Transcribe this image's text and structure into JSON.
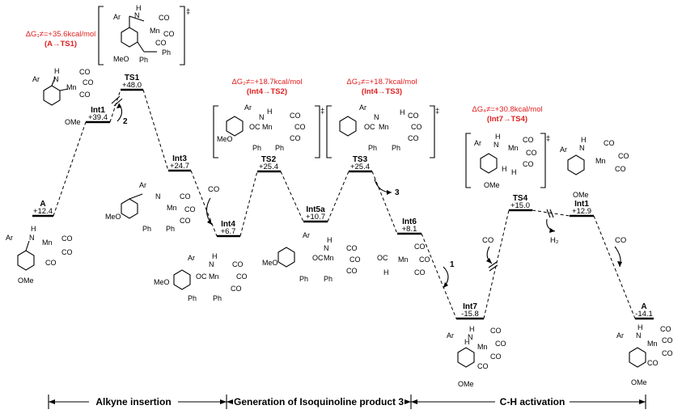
{
  "states": [
    {
      "id": "A1",
      "name": "A",
      "energy": "+12.4"
    },
    {
      "id": "Int1a",
      "name": "Int1",
      "energy": "+39.4"
    },
    {
      "id": "TS1",
      "name": "TS1",
      "energy": "+48.0"
    },
    {
      "id": "Int3",
      "name": "Int3",
      "energy": "+24.7"
    },
    {
      "id": "Int4",
      "name": "Int4",
      "energy": "+6.7"
    },
    {
      "id": "TS2",
      "name": "TS2",
      "energy": "+25.4"
    },
    {
      "id": "Int5a",
      "name": "Int5a",
      "energy": "+10.7"
    },
    {
      "id": "TS3",
      "name": "TS3",
      "energy": "+25.4"
    },
    {
      "id": "Int6",
      "name": "Int6",
      "energy": "+8.1"
    },
    {
      "id": "Int7",
      "name": "Int7",
      "energy": "-15.8"
    },
    {
      "id": "TS4",
      "name": "TS4",
      "energy": "+15.0"
    },
    {
      "id": "Int1b",
      "name": "Int1",
      "energy": "+12.9"
    },
    {
      "id": "A2",
      "name": "A",
      "energy": "-14.1"
    }
  ],
  "barriers": [
    {
      "value": "ΔG₁≠=+35.6kcal/mol",
      "path": "(A→TS1)"
    },
    {
      "value": "ΔG₂≠=+18.7kcal/mol",
      "path": "(Int4→TS2)"
    },
    {
      "value": "ΔG₃≠=+18.7kcal/mol",
      "path": "(Int4→TS3)"
    },
    {
      "value": "ΔG₄≠=+30.8kcal/mol",
      "path": "(Int7→TS4)"
    }
  ],
  "markers": {
    "ts_dagger": "‡",
    "co": "CO",
    "h2": "H₂",
    "product_3": "3",
    "reagent_2": "2",
    "reagent_1": "1"
  },
  "struct_labels": {
    "ar": "Ar",
    "n": "N",
    "h": "H",
    "mn": "Mn",
    "co": "CO",
    "oc": "OC",
    "ome": "OMe",
    "meo": "MeO",
    "ph": "Ph"
  },
  "phases": [
    {
      "label": "Alkyne insertion"
    },
    {
      "label": "Generation of Isoquinoline product 3"
    },
    {
      "label": "C-H activation"
    }
  ]
}
